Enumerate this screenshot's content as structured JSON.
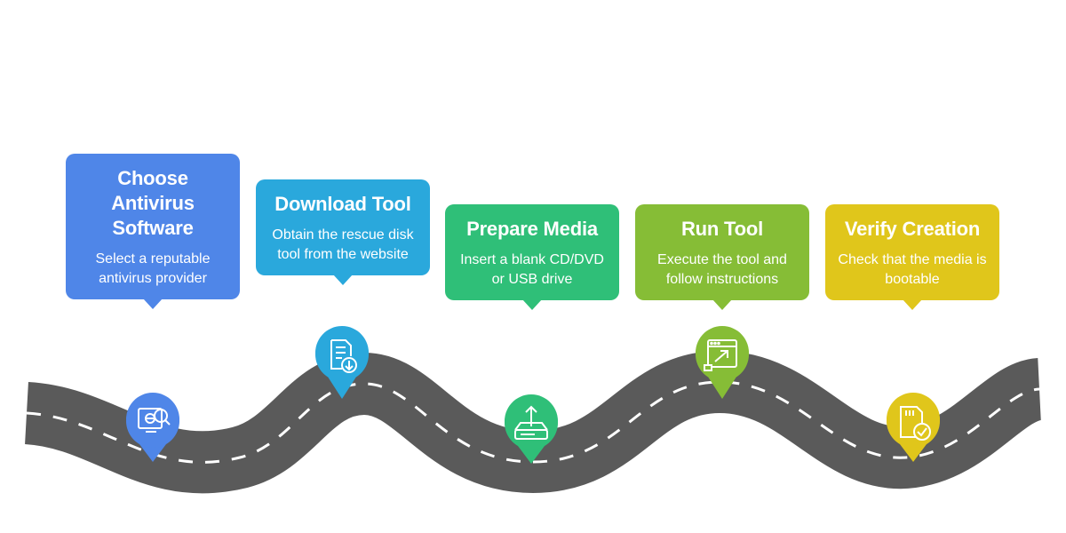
{
  "steps": [
    {
      "title": "Choose Antivirus Software",
      "description": "Select a reputable antivirus provider",
      "icon": "antivirus-search-icon",
      "color": "#4f86e8"
    },
    {
      "title": "Download Tool",
      "description": "Obtain the rescue disk tool from the website",
      "icon": "document-download-icon",
      "color": "#2aa8dc"
    },
    {
      "title": "Prepare Media",
      "description": "Insert a blank CD/DVD or USB drive",
      "icon": "drive-upload-icon",
      "color": "#2fbf78"
    },
    {
      "title": "Run Tool",
      "description": "Execute the tool and follow instructions",
      "icon": "window-launch-icon",
      "color": "#86bd36"
    },
    {
      "title": "Verify Creation",
      "description": "Check that the media is bootable",
      "icon": "sd-card-check-icon",
      "color": "#e0c61b"
    }
  ],
  "road": {
    "color": "#5a5a5a",
    "dash_color": "#ffffff"
  }
}
